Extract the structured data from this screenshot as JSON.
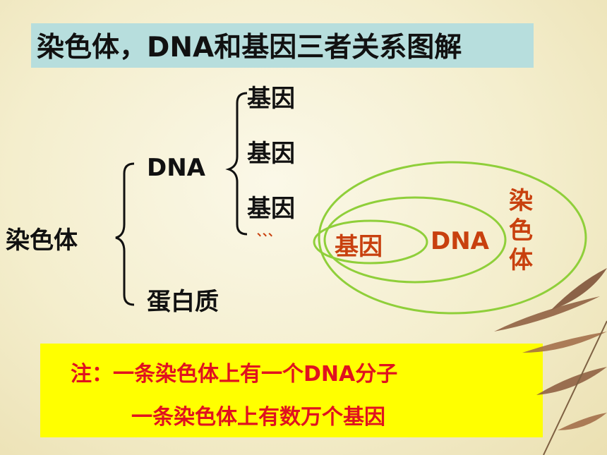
{
  "title": "染色体，DNA和基因三者关系图解",
  "tree": {
    "root": "染色体",
    "dna": "DNA",
    "protein": "蛋白质",
    "genes": [
      "基因",
      "基因",
      "基因"
    ],
    "ellipsis": "、、、"
  },
  "nested_sets": {
    "inner": "基因",
    "middle": "DNA",
    "outer_chars": [
      "染",
      "色",
      "体"
    ]
  },
  "note": {
    "line1": "注：一条染色体上有一个DNA分子",
    "line2": "一条染色体上有数万个基因"
  },
  "colors": {
    "title_bg": "#b7dedd",
    "ellipse_stroke": "#8fcf3a",
    "set_label": "#c8400e",
    "note_bg": "#ffff00",
    "note_text": "#e0121f"
  }
}
